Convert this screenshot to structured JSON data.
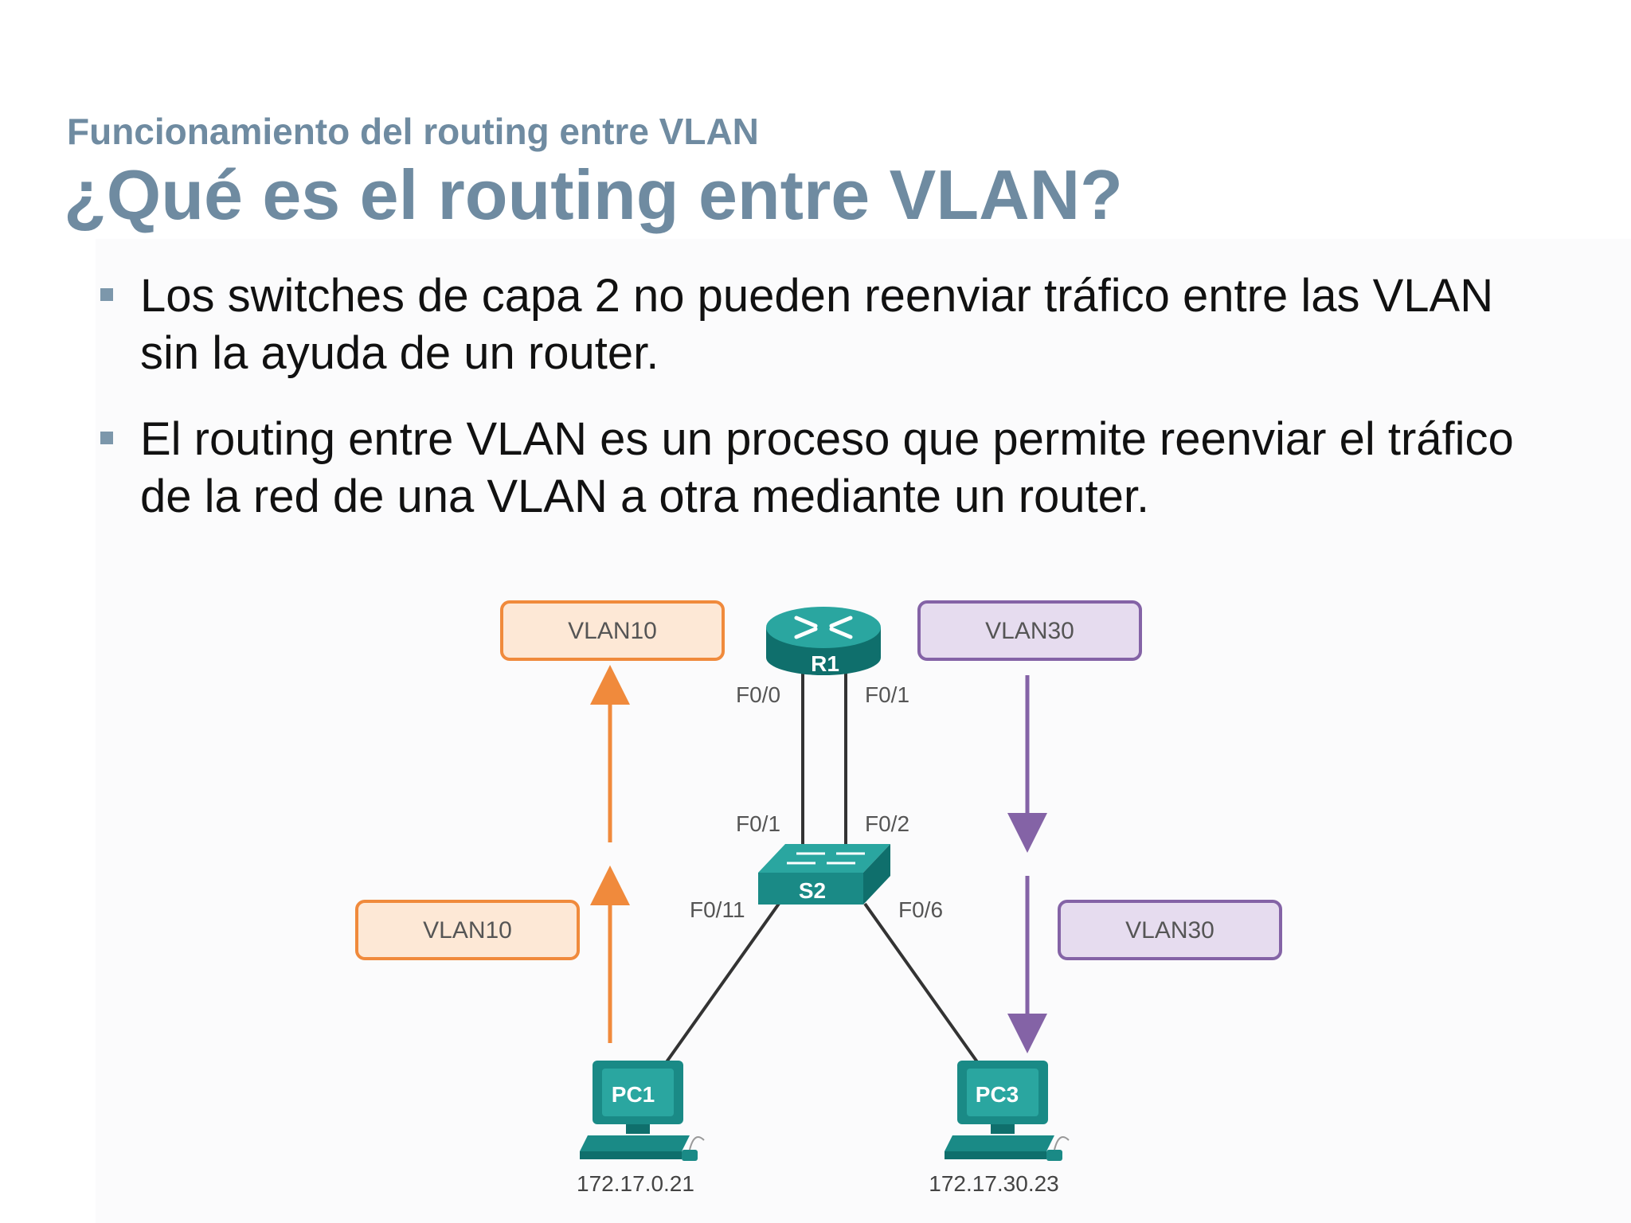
{
  "header": {
    "subtitle": "Funcionamiento del routing entre VLAN",
    "title": "¿Qué es el routing entre VLAN?"
  },
  "bullets": [
    "Los switches de capa 2 no pueden reenviar tráfico entre las VLAN sin la ayuda de un router.",
    "El routing entre VLAN es un proceso que permite reenviar el tráfico de la red de una VLAN a otra mediante un router."
  ],
  "diagram": {
    "vlan_left_top": "VLAN10",
    "vlan_left_bottom": "VLAN10",
    "vlan_right_top": "VLAN30",
    "vlan_right_bottom": "VLAN30",
    "router": {
      "name": "R1",
      "port_left": "F0/0",
      "port_right": "F0/1"
    },
    "switch": {
      "name": "S2",
      "port_up_left": "F0/1",
      "port_up_right": "F0/2",
      "port_pc1": "F0/11",
      "port_pc3": "F0/6"
    },
    "pc1": {
      "name": "PC1",
      "ip": "172.17.0.21"
    },
    "pc3": {
      "name": "PC3",
      "ip": "172.17.30.23"
    },
    "colors": {
      "vlan10_stroke": "#f08a3c",
      "vlan10_fill": "#fde8d6",
      "vlan30_stroke": "#8463a6",
      "vlan30_fill": "#e6dcef",
      "device_teal": "#1a8a86",
      "title_color": "#6f8ba1"
    }
  }
}
